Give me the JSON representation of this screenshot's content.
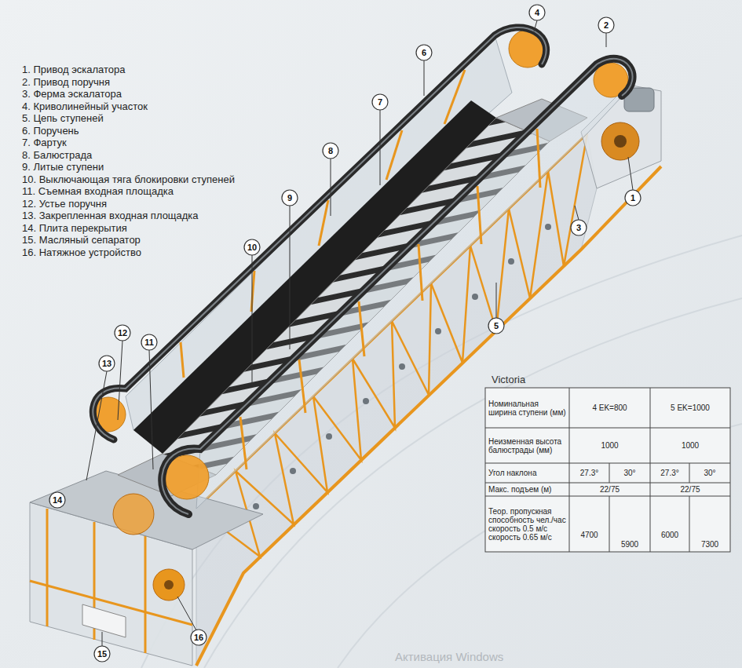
{
  "diagram": {
    "labels": [
      "1. Привод эскалатора",
      "2. Привод поручня",
      "3. Ферма эскалатора",
      "4. Криволинейный участок",
      "5. Цепь ступеней",
      "6. Поручень",
      "7. Фартук",
      "8. Балюстрада",
      "9. Литые ступени",
      "10. Выключающая тяга блокировки ступеней",
      "11. Съемная входная площадка",
      "12. Устье поручня",
      "13. Закрепленная входная площадка",
      "14. Плита перекрытия",
      "15. Масляный сепаратор",
      "16. Натяжное устройство",
      "4",
      "2",
      "6",
      "7",
      "8",
      "1",
      "9",
      "3",
      "10",
      "5",
      "12",
      "11",
      "13",
      "14",
      "16",
      "15",
      "Victoria",
      "Номинальная ширина ступени (мм)",
      "4 EK=800",
      "5 EK=1000",
      "Неизменная высота балюстрады (мм)",
      "1000",
      "1000",
      "Угол наклона",
      "27.3°",
      "30°",
      "27.3°",
      "30°",
      "Макс. подъем (м)",
      "22/75",
      "22/75",
      "Теор. пропускная способность чел./час скорость 0.5 м/с скорость 0.65 м/с",
      "4700",
      "5900",
      "6000",
      "7300",
      "Активация Windows"
    ]
  }
}
